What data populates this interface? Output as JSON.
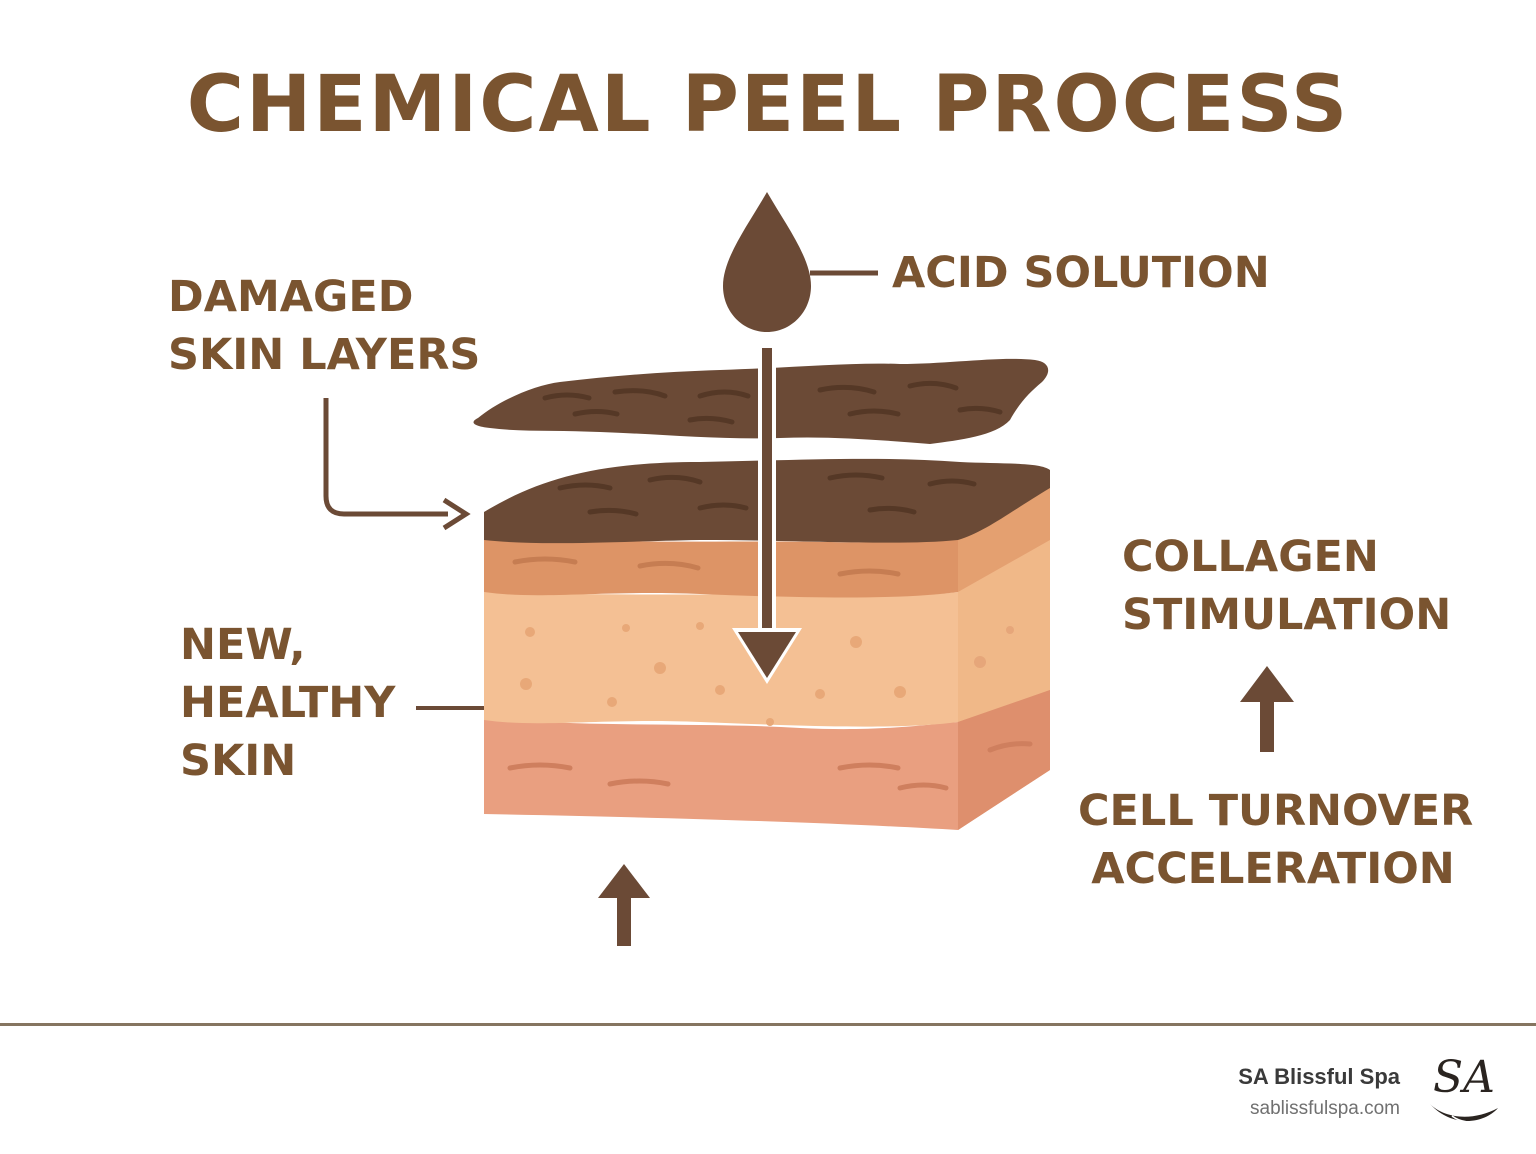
{
  "title": "CHEMICAL PEEL PROCESS",
  "labels": {
    "acid_solution": "ACID SOLUTION",
    "damaged_line1": "DAMAGED",
    "damaged_line2": "SKIN LAYERS",
    "new_line1": "NEW,",
    "new_line2": "HEALTHY",
    "new_line3": "SKIN",
    "collagen_line1": "COLLAGEN",
    "collagen_line2": "STIMULATION",
    "cell_line1": "CELL TURNOVER",
    "cell_line2": "ACCELERATION"
  },
  "footer": {
    "brand_name": "SA Blissful Spa",
    "brand_url": "sablissfulspa.com",
    "logo_text": "SA"
  },
  "colors": {
    "text_brown": "#7a5430",
    "dark_brown": "#6b4a36",
    "layer_epidermis": "#d9976a",
    "layer_middle": "#f2be90",
    "layer_bottom": "#e59c7c"
  }
}
